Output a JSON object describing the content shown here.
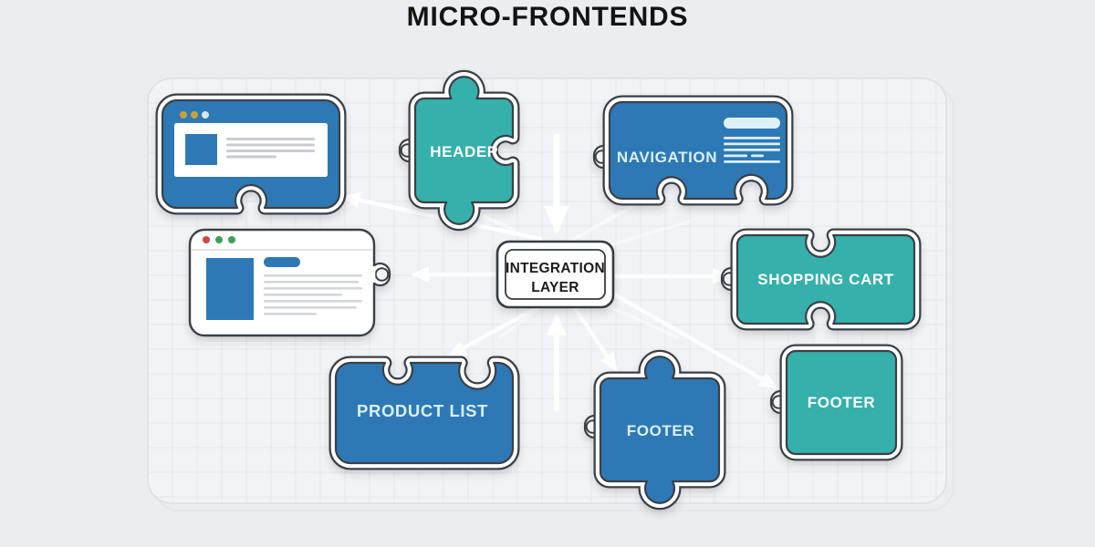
{
  "title": "MICRO-FRONTENDS",
  "integration_layer": {
    "line1": "INTEGRATION",
    "line2": "LAYER"
  },
  "pieces": {
    "header": {
      "label": "HEADER"
    },
    "navigation": {
      "label": "NAVIGATION"
    },
    "shopping_cart": {
      "label": "SHOPPING CART"
    },
    "product_list": {
      "label": "PRODUCT LIST"
    },
    "footer_center": {
      "label": "FOOTER"
    },
    "footer_right": {
      "label": "FOOTER"
    }
  },
  "browser_windows": [
    {
      "name": "blue-browser-mockup",
      "dots": [
        "#c9a13b",
        "#c9a13b",
        "#d8e6f2"
      ]
    },
    {
      "name": "white-browser-mockup",
      "dots": [
        "#cc4b42",
        "#3f9e5f",
        "#3f9e5f"
      ]
    }
  ],
  "colors": {
    "teal": "#35b0ab",
    "blue": "#2e79b5",
    "outline": "#3a3f47",
    "arrow": "#ffffff",
    "label_on_teal": "#ffffff",
    "label_on_blue": "#d9f0fb",
    "page_bg": "#ecedf0",
    "panel_bg": "#f2f3f6"
  }
}
